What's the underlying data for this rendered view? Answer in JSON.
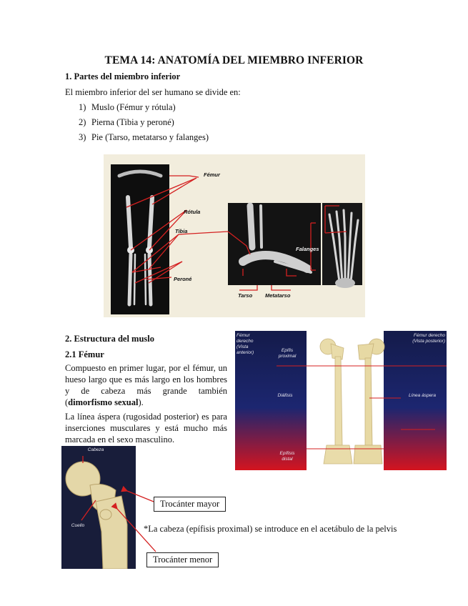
{
  "title": "TEMA 14: ANATOMÍA DEL MIEMBRO INFERIOR",
  "section1": {
    "heading": "1. Partes del miembro inferior",
    "intro": "El miembro inferior del ser humano se divide en:",
    "items": [
      {
        "num": "1)",
        "text": "Muslo (Fémur y rótula)"
      },
      {
        "num": "2)",
        "text": "Pierna (Tibia y peroné)"
      },
      {
        "num": "3)",
        "text": "Pie (Tarso, metatarso y falanges)"
      }
    ]
  },
  "xray_figure": {
    "labels": {
      "femur": "Fémur",
      "rotula": "Rótula",
      "tibia": "Tibia",
      "perone": "Peroné",
      "falanges": "Falanges",
      "tarso": "Tarso",
      "metatarso": "Metatarso"
    }
  },
  "section2": {
    "heading": "2. Estructura del muslo",
    "sub_heading": "2.1 Fémur",
    "para1_part1": "Compuesto en primer lugar, por el fémur, un hueso largo que es más largo en los hombres y de cabeza más grande también (",
    "para1_bold": "dimorfismo sexual",
    "para1_part2": ").",
    "para2": "La línea áspera (rugosidad posterior) es para inserciones musculares y está mucho más marcada en el sexo masculino."
  },
  "femur_figure": {
    "left_header": "Fémur derecho (Vista anterior)",
    "right_header": "Fémur derecho (Vista posterior)",
    "epifisis_proximal": "Epífis proximal",
    "diafisis": "Diáfisis",
    "linea_aspera": "Línea áspera",
    "epifisis_distal": "Epífisis distal"
  },
  "head_figure": {
    "cabeza": "Cabeza",
    "cuello": "Cuello"
  },
  "callouts": {
    "trocanter_mayor": "Trocánter mayor",
    "trocanter_menor": "Trocánter menor",
    "note": "*La cabeza (epífisis proximal) se introduce en el acetábulo de la pelvis"
  }
}
